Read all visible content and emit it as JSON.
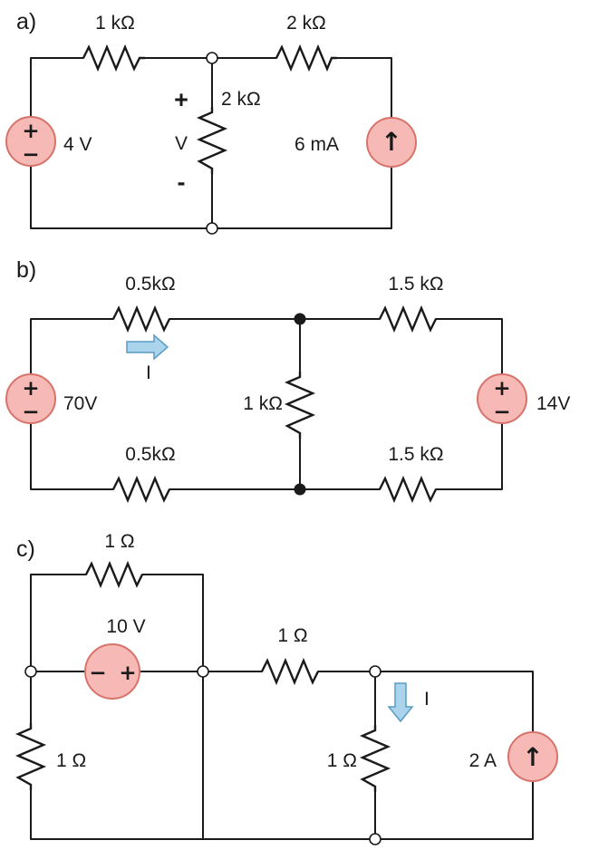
{
  "circuit_a": {
    "part_label": "a)",
    "r_top_left": "1 kΩ",
    "r_top_right": "2 kΩ",
    "r_middle": "2 kΩ",
    "voltage_source": "4 V",
    "current_source": "6 mA",
    "v_plus": "+",
    "v_label": "V",
    "v_minus": "-"
  },
  "circuit_b": {
    "part_label": "b)",
    "r_top_left": "0.5kΩ",
    "r_top_right": "1.5 kΩ",
    "r_bottom_left": "0.5kΩ",
    "r_bottom_right": "1.5 kΩ",
    "r_middle": "1 kΩ",
    "voltage_source_left": "70V",
    "voltage_source_right": "14V",
    "current_label": "I"
  },
  "circuit_c": {
    "part_label": "c)",
    "r_top": "1 Ω",
    "voltage_source": "10 V",
    "r_series": "1 Ω",
    "r_left": "1 Ω",
    "r_right": "1 Ω",
    "current_source": "2 A",
    "current_label": "I"
  },
  "source_signs": {
    "plus": "+",
    "minus": "−",
    "up_arrow": "↑"
  },
  "colors": {
    "source_fill": "#f7b9b5",
    "source_stroke": "#d8736c",
    "arrow_fill": "#a9d4ec",
    "wire": "#1a1a1a"
  }
}
